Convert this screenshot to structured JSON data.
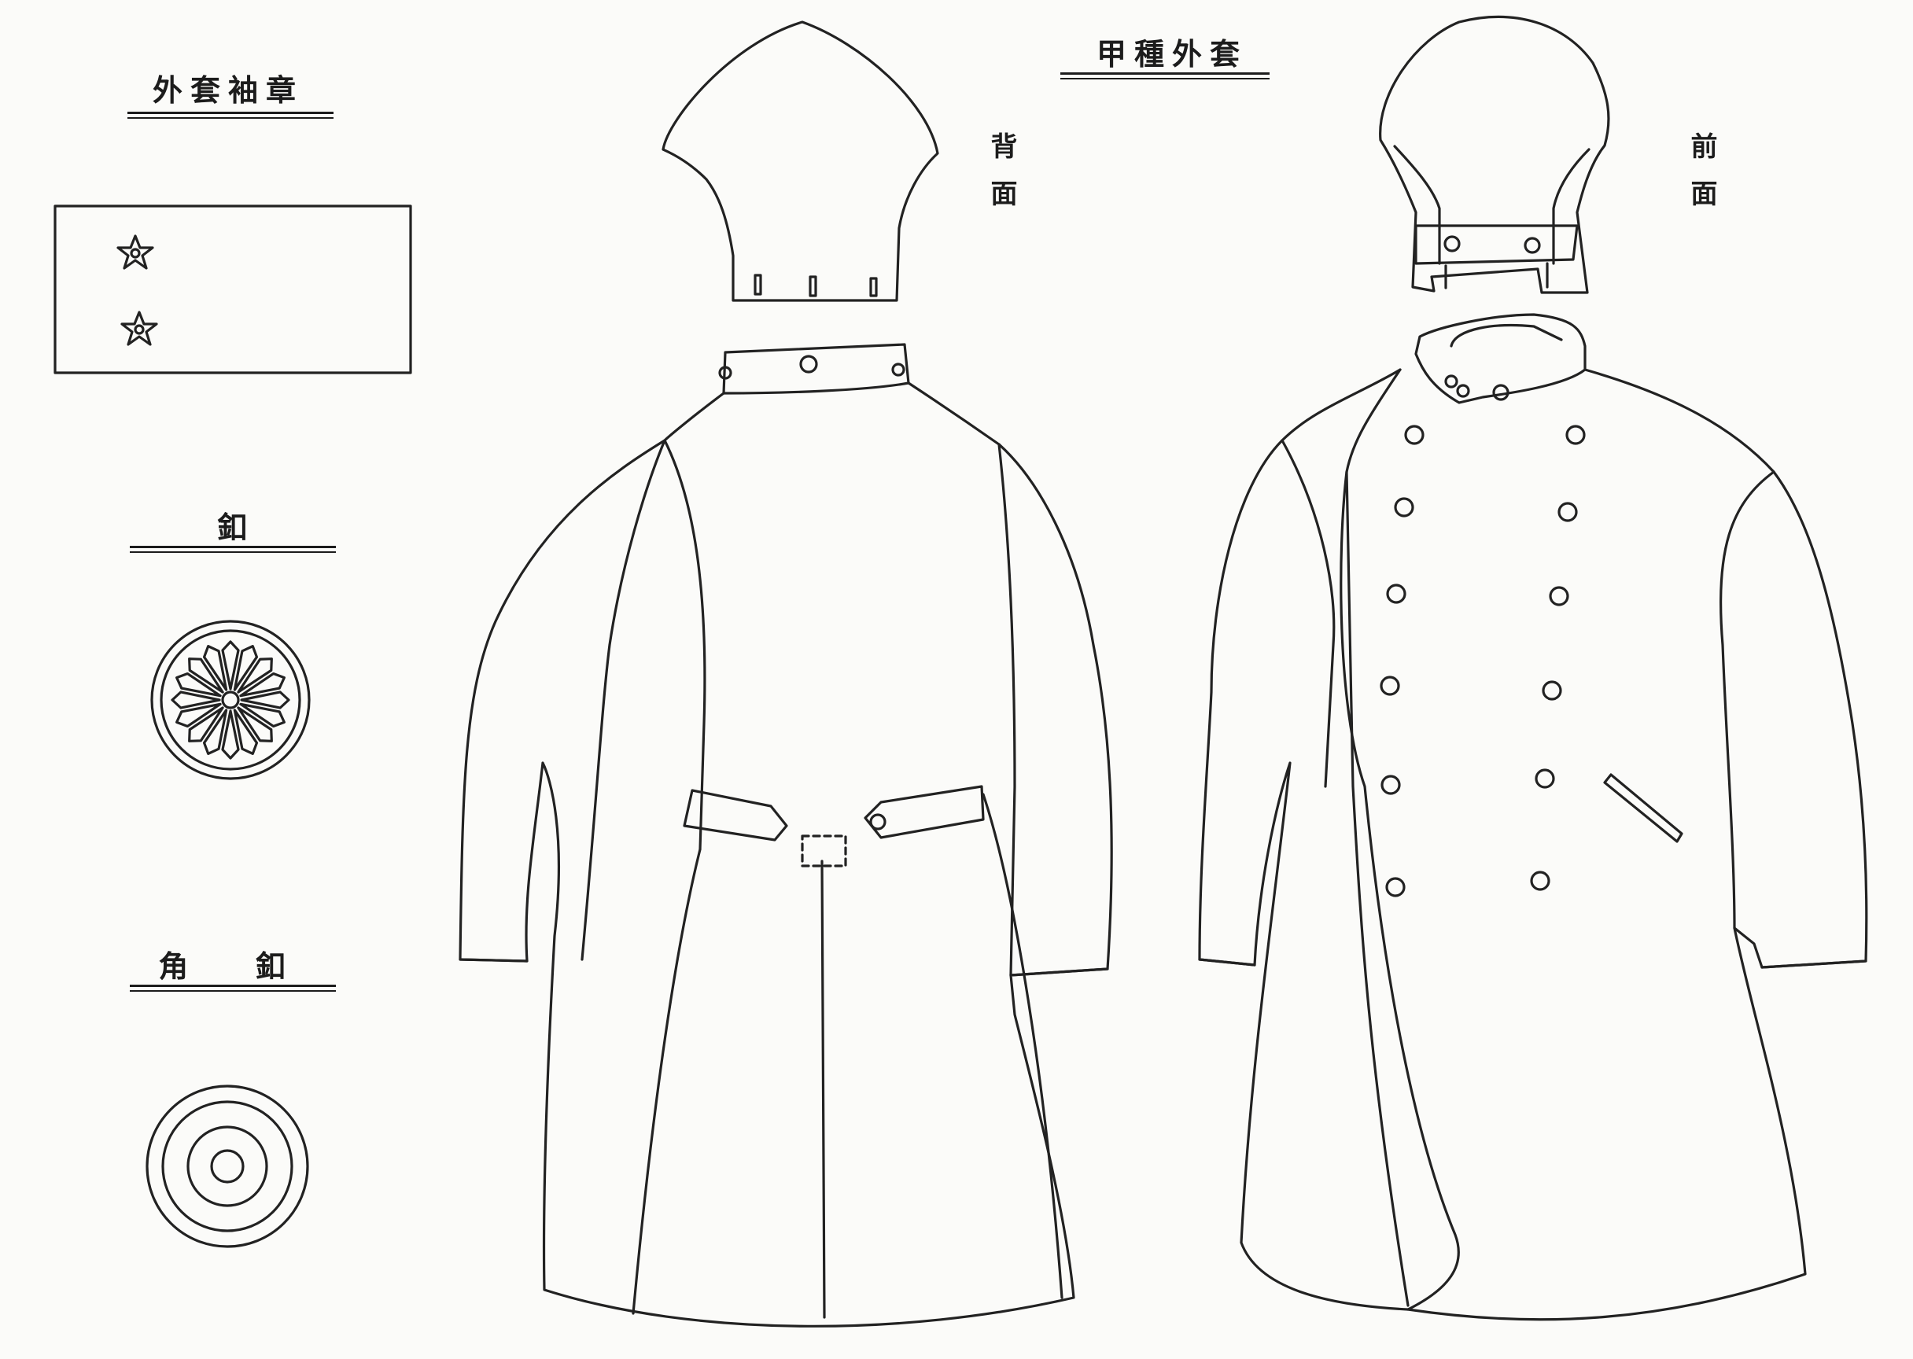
{
  "headings": {
    "sleeve_badge": "外套袖章",
    "button": "釦",
    "horn_button": "角 釦",
    "main_title": "甲種外套"
  },
  "views": {
    "back": "背面",
    "front": "前面"
  },
  "icons": [
    "star-icon",
    "chrysanthemum-crest-icon",
    "concentric-button-icon"
  ]
}
